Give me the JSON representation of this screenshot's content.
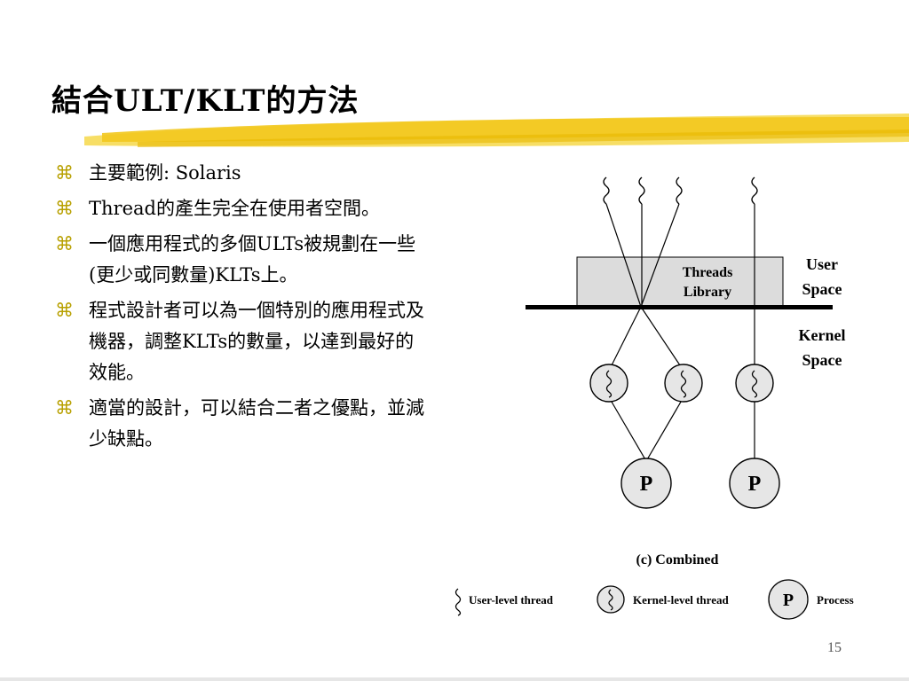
{
  "slide": {
    "title": "結合ULT/KLT的方法",
    "page_number": "15"
  },
  "bullets": [
    "主要範例: Solaris",
    "Thread的產生完全在使用者空間。",
    "一個應用程式的多個ULTs被規劃在一些(更少或同數量)KLTs上。",
    "程式設計者可以為一個特別的應用程式及機器，調整KLTs的數量，以達到最好的效能。",
    "適當的設計，可以結合二者之優點，並減少缺點。"
  ],
  "diagram": {
    "threads_library_label_1": "Threads",
    "threads_library_label_2": "Library",
    "user_space_label_1": "User",
    "user_space_label_2": "Space",
    "kernel_space_label_1": "Kernel",
    "kernel_space_label_2": "Space",
    "process_label": "P",
    "caption": "(c) Combined",
    "legend": {
      "user_thread": "User-level thread",
      "kernel_thread": "Kernel-level thread",
      "process_symbol": "P",
      "process": "Process"
    }
  },
  "colors": {
    "highlighter": "#f2c81e",
    "bullet_icon": "#b8a000",
    "library_box": "#dcdcdc"
  },
  "icons": {
    "bullet": "command-key-icon"
  }
}
